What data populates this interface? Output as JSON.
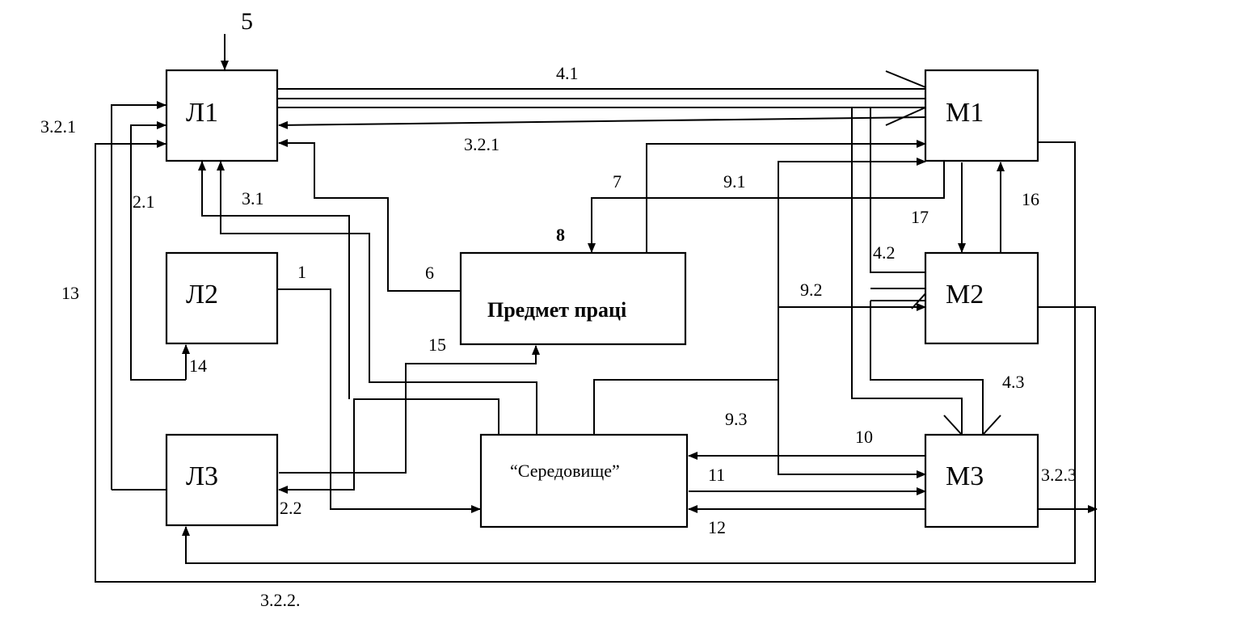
{
  "blocks": {
    "l1": "Л1",
    "l2": "Л2",
    "l3": "Л3",
    "m1": "М1",
    "m2": "М2",
    "m3": "М3",
    "subject": "Предмет праці",
    "environment": "“Середовище”"
  },
  "labels": {
    "n5": "5",
    "n4_1": "4.1",
    "n3_2_1_left": "3.2.1",
    "n3_2_1_mid": "3.2.1",
    "n2_1": "2.1",
    "n3_1": "3.1",
    "n7": "7",
    "n9_1": "9.1",
    "n17": "17",
    "n16": "16",
    "n8": "8",
    "n1": "1",
    "n6": "6",
    "n4_2": "4.2",
    "n9_2": "9.2",
    "n13": "13",
    "n15": "15",
    "n14": "14",
    "n4_3": "4.3",
    "n9_3": "9.3",
    "n10": "10",
    "n11": "11",
    "n3_2_3": "3.2.3",
    "n2_2": "2.2",
    "n12": "12",
    "n3_2_2": "3.2.2."
  }
}
